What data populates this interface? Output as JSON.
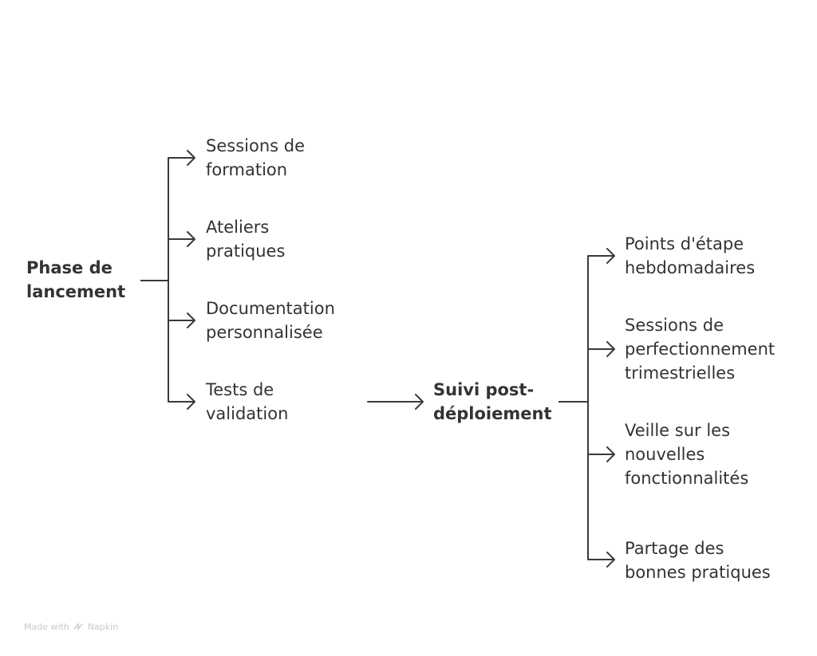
{
  "colors": {
    "line": "#3a3a3a",
    "text": "#333333",
    "watermark": "#c9c9c9"
  },
  "root": {
    "lines": [
      "Phase de",
      "lancement"
    ]
  },
  "branches": [
    {
      "lines": [
        "Sessions de",
        "formation"
      ]
    },
    {
      "lines": [
        "Ateliers",
        "pratiques"
      ]
    },
    {
      "lines": [
        "Documentation",
        "personnalisée"
      ]
    },
    {
      "lines": [
        "Tests de",
        "validation"
      ]
    }
  ],
  "followup": {
    "lines": [
      "Suivi post-",
      "déploiement"
    ]
  },
  "followup_branches": [
    {
      "lines": [
        "Points d'étape",
        "hebdomadaires"
      ]
    },
    {
      "lines": [
        "Sessions de",
        "perfectionnement",
        "trimestrielles"
      ]
    },
    {
      "lines": [
        "Veille sur les",
        "nouvelles",
        "fonctionnalités"
      ]
    },
    {
      "lines": [
        "Partage des",
        "bonnes pratiques"
      ]
    }
  ],
  "watermark": {
    "text": "Made with",
    "brand": "Napkin",
    "icon": "napkin-logo-icon"
  }
}
